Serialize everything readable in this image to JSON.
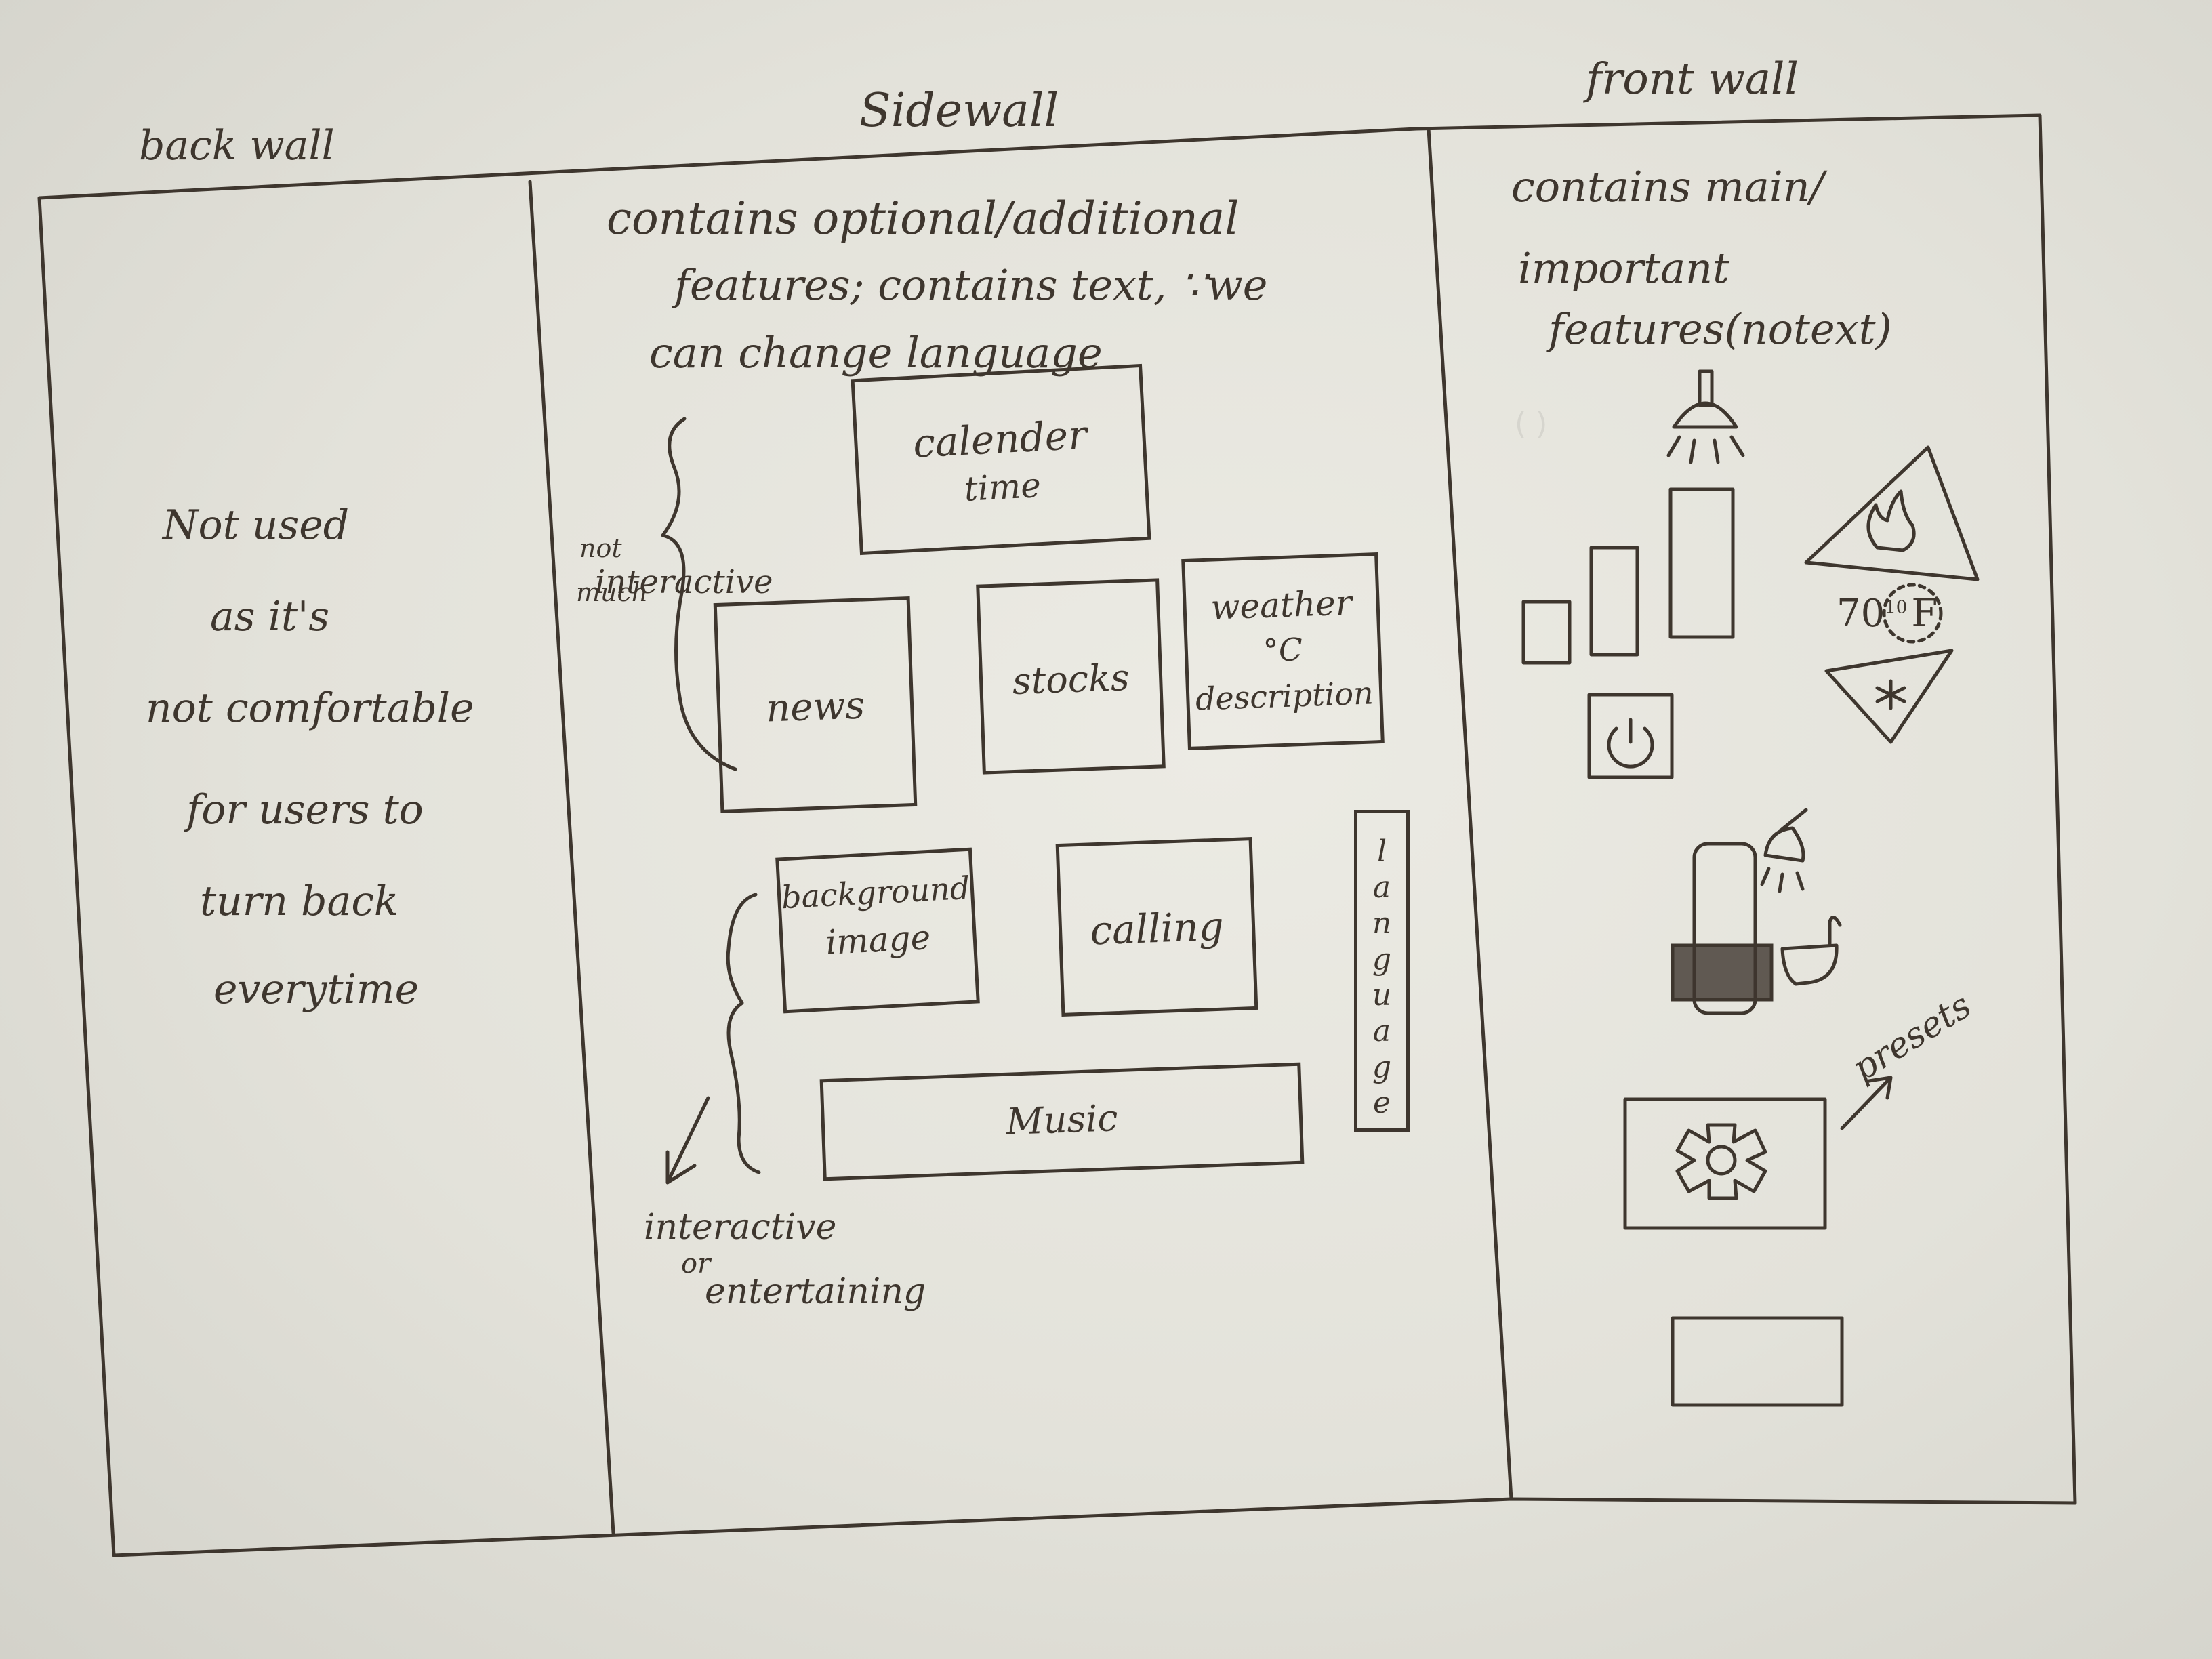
{
  "headings": {
    "back_wall": "back wall",
    "side_wall": "Sidewall",
    "front_wall": "front wall"
  },
  "back_wall_note": [
    "Not used",
    "as it's",
    "not comfortable",
    "for users to",
    "turn back",
    "everytime"
  ],
  "side_wall": {
    "description": [
      "contains optional/additional",
      "features; contains text, ∵we",
      "can change language"
    ],
    "group_not_interactive": [
      "not",
      "much",
      "interactive"
    ],
    "group_interactive": [
      "interactive",
      "or",
      "entertaining"
    ],
    "widgets": {
      "calendar": [
        "calender",
        "time"
      ],
      "news": "news",
      "stocks": "stocks",
      "weather": [
        "weather",
        "°C",
        "description"
      ],
      "background": [
        "background",
        "image"
      ],
      "calling": "calling",
      "music": "Music",
      "language_letters": [
        "l",
        "a",
        "n",
        "g",
        "u",
        "a",
        "g",
        "e"
      ]
    }
  },
  "front_wall": {
    "description": [
      "contains main/",
      "important",
      "features(notext)"
    ],
    "temperature": "70",
    "temperature_sup": "10",
    "temperature_unit": "F",
    "presets": "presets",
    "icons": [
      "ceiling-lamp-icon",
      "signal-bars-icon",
      "fire-triangle-icon",
      "snowflake-triangle-icon",
      "power-icon",
      "shower-icon",
      "bathtub-icon",
      "gear-icon"
    ]
  }
}
